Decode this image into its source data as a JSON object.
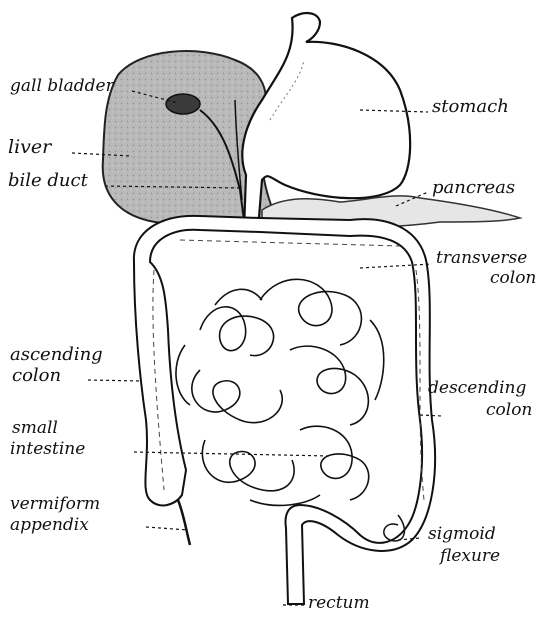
{
  "diagram": {
    "labels": {
      "gall_bladder": "gall bladder",
      "liver": "liver",
      "bile_duct": "bile duct",
      "stomach": "stomach",
      "pancreas": "pancreas",
      "transverse_colon_1": "transverse",
      "transverse_colon_2": "colon",
      "ascending_colon_1": "ascending",
      "ascending_colon_2": "colon",
      "descending_colon_1": "descending",
      "descending_colon_2": "colon",
      "small_intestine_1": "small",
      "small_intestine_2": "intestine",
      "vermiform_appendix_1": "vermiform",
      "vermiform_appendix_2": "appendix",
      "sigmoid_flexure_1": "sigmoid",
      "sigmoid_flexure_2": "flexure",
      "rectum": "rectum"
    },
    "colors": {
      "ink": "#111111",
      "liver_fill": "#b8b8b8",
      "background": "#ffffff"
    }
  }
}
